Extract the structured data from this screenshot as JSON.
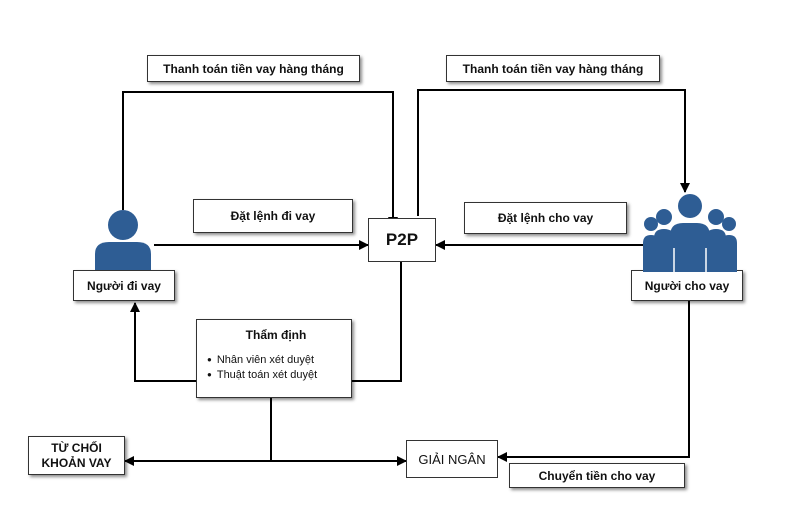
{
  "nodes": {
    "p2p": "P2P",
    "borrower": "Người đi vay",
    "lender": "Người cho vay",
    "appraisal_title": "Thẩm định",
    "appraisal_items": [
      "Nhân viên  xét duyệt",
      "Thuật toán xét duyệt"
    ],
    "reject_line1": "TỪ CHỐI",
    "reject_line2": "KHOẢN VAY",
    "disburse": "GIẢI NGÂN"
  },
  "edge_labels": {
    "monthly_payment_left": "Thanh toán tiền vay hàng tháng",
    "monthly_payment_right": "Thanh toán tiền vay hàng tháng",
    "borrow_order": "Đặt lệnh đi vay",
    "lend_order": "Đặt lệnh cho vay",
    "transfer": "Chuyển tiền cho vay"
  },
  "colors": {
    "icon": "#2e5d94",
    "line": "#000000"
  }
}
